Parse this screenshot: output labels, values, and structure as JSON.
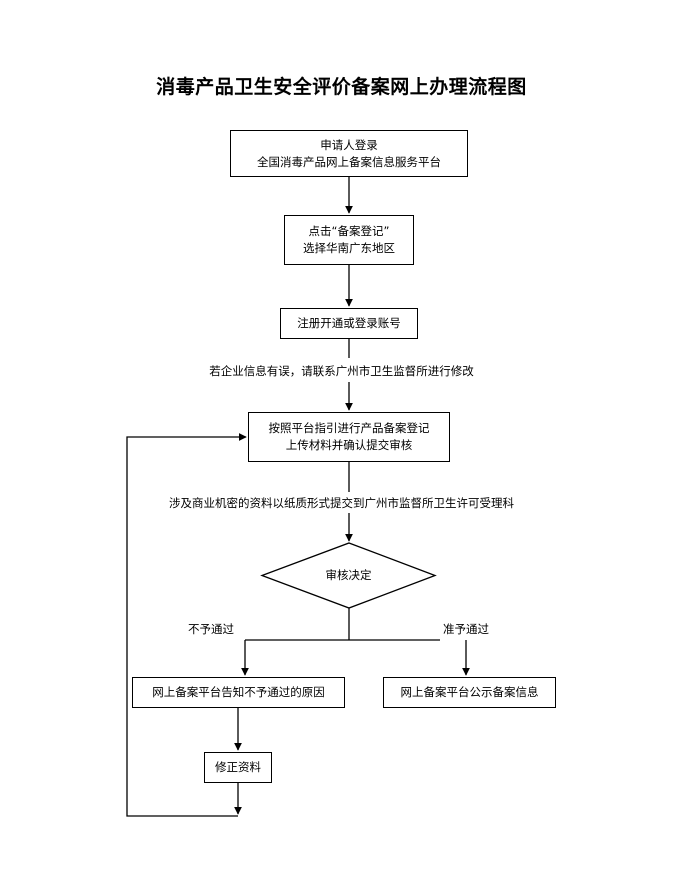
{
  "document": {
    "title": "消毒产品卫生安全评价备案网上办理流程图",
    "type": "flowchart",
    "language": "zh-CN",
    "background_color": "#ffffff",
    "line_color": "#000000",
    "text_color": "#000000"
  },
  "nodes": {
    "login": {
      "shape": "rectangle",
      "lines": [
        "申请人登录",
        "全国消毒产品网上备案信息服务平台"
      ]
    },
    "register": {
      "shape": "rectangle",
      "lines": [
        "点击“备案登记”",
        "选择华南广东地区"
      ]
    },
    "account": {
      "shape": "rectangle",
      "lines": [
        "注册开通或登录账号"
      ]
    },
    "submit": {
      "shape": "rectangle",
      "lines": [
        "按照平台指引进行产品备案登记",
        "上传材料并确认提交审核"
      ]
    },
    "decision": {
      "shape": "diamond",
      "label": "审核决定"
    },
    "reject_notice": {
      "shape": "rectangle",
      "lines": [
        "网上备案平台告知不予通过的原因"
      ]
    },
    "publish": {
      "shape": "rectangle",
      "lines": [
        "网上备案平台公示备案信息"
      ]
    },
    "fix": {
      "shape": "rectangle",
      "lines": [
        "修正资料"
      ]
    }
  },
  "notes": {
    "company_info": "若企业信息有误，请联系广州市卫生监督所进行修改",
    "trade_secret": "涉及商业机密的资料以纸质形式提交到广州市监督所卫生许可受理科"
  },
  "edge_labels": {
    "fail": "不予通过",
    "pass": "准予通过"
  }
}
